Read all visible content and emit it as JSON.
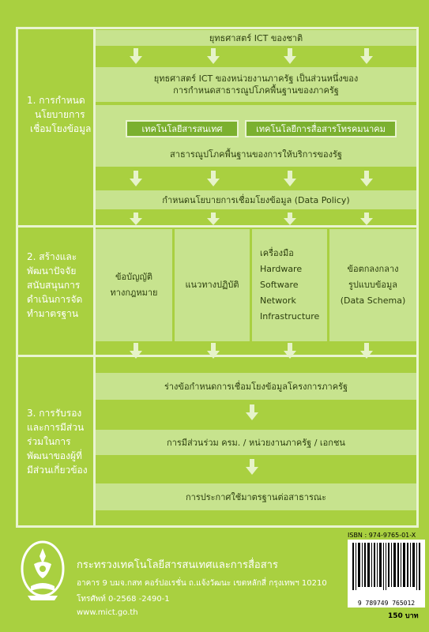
{
  "section1": {
    "label": [
      "1. การกำหนด",
      "นโยบายการ",
      "เชื่อมโยงข้อมูล"
    ],
    "boxes": {
      "ict_national": "ยุทธศาสตร์ ICT ของชาติ",
      "ict_agency_line1": "ยุทธศาสตร์ ICT ของหน่วยงานภาครัฐ เป็นส่วนหนึ่งของ",
      "ict_agency_line2": "การกำหนดสาธารณูปโภคพื้นฐานของภาครัฐ",
      "it": "เทคโนโลยีสารสนเทศ",
      "comm": "เทคโนโลยีการสื่อสารโทรคมนาคม",
      "infra": "สาธารณูปโภคพื้นฐานของการให้บริการของรัฐ",
      "policy": "กำหนดนโยบายการเชื่อมโยงข้อมูล (Data Policy)"
    }
  },
  "section2": {
    "label": [
      "2. สร้างและ",
      "พัฒนาปัจจัย",
      "สนับสนุนการ",
      "ดำเนินการจัด",
      "ทำมาตรฐาน"
    ],
    "columns": {
      "law": [
        "ข้อบัญญัติ",
        "ทางกฎหมาย"
      ],
      "practice": [
        "แนวทางปฏิบัติ"
      ],
      "tools": [
        "เครื่องมือ",
        "Hardware",
        "Software",
        "Network",
        "Infrastructure"
      ],
      "schema": [
        "ข้อตกลงกลาง",
        "รูปแบบข้อมูล",
        "(Data Schema)"
      ]
    }
  },
  "section3": {
    "label": [
      "3. การรับรอง",
      "และการมีส่วน",
      "ร่วมในการ",
      "พัฒนาของผู้ที่",
      "มีส่วนเกี่ยวข้อง"
    ],
    "boxes": {
      "draft": "ร่างข้อกำหนดการเชื่อมโยงข้อมูลโครงการภาครัฐ",
      "participation": "การมีส่วนร่วม ครม. / หน่วยงานภาครัฐ / เอกชน",
      "announce": "การประกาศใช้มาตรฐานต่อสาธารณะ"
    }
  },
  "footer": {
    "ministry": "กระทรวงเทคโนโลยีสารสนเทศและการสื่อสาร",
    "address": "อาคาร 9 บมจ.กสท คอร์ปอเรชั่น ถ.แจ้งวัฒนะ เขตหลักสี่ กรุงเทพฯ 10210",
    "phone": "โทรศัพท์ 0-2568 -2490-1",
    "website": "www.mict.go.th"
  },
  "isbn": "ISBN : 974-9765-01-X",
  "barcode_number": "9 789749 765012",
  "price": "150 บาท"
}
